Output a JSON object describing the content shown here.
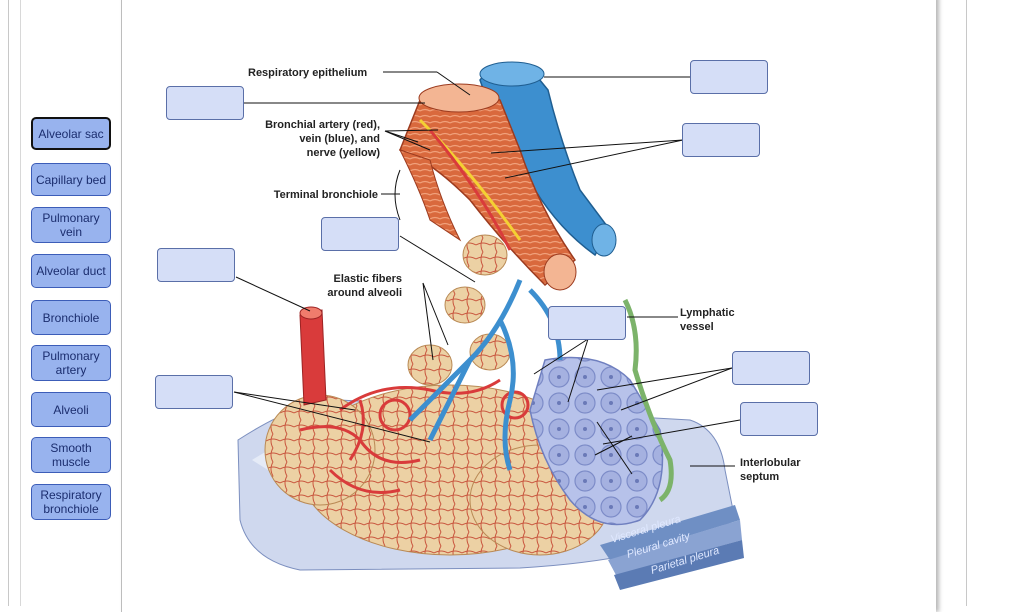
{
  "label_bank": [
    {
      "text": "Alveolar sac",
      "selected": true
    },
    {
      "text": "Capillary bed",
      "selected": false
    },
    {
      "text": "Pulmonary vein",
      "selected": false
    },
    {
      "text": "Alveolar duct",
      "selected": false
    },
    {
      "text": "Bronchiole",
      "selected": false
    },
    {
      "text": "Pulmonary artery",
      "selected": false
    },
    {
      "text": "Alveoli",
      "selected": false
    },
    {
      "text": "Smooth muscle",
      "selected": false
    },
    {
      "text": "Respiratory bronchiole",
      "selected": false
    }
  ],
  "diagram": {
    "labels": {
      "respiratory_epithelium": "Respiratory epithelium",
      "bronchial_l1": "Bronchial artery (red),",
      "bronchial_l2": "vein (blue), and",
      "bronchial_l3": "nerve (yellow)",
      "terminal_bronchiole": "Terminal bronchiole",
      "elastic_l1": "Elastic fibers",
      "elastic_l2": "around alveoli",
      "lymphatic_l1": "Lymphatic",
      "lymphatic_l2": "vessel",
      "interlobular_l1": "Interlobular",
      "interlobular_l2": "septum",
      "visceral_pleura": "Visceral pleura",
      "pleural_cavity": "Pleural cavity",
      "parietal_pleura": "Parietal pleura"
    },
    "colors": {
      "artery_red": "#d93b3b",
      "vein_blue": "#3d8fcf",
      "alveoli_tan": "#e8c99a",
      "alveolar_sac_lavender": "#aab6e2",
      "pleura_blue": "#6f8fc4",
      "lymphatic_green": "#7cb36a",
      "drop_box_fill": "#d5def7",
      "bank_fill": "#98b3ee"
    }
  }
}
